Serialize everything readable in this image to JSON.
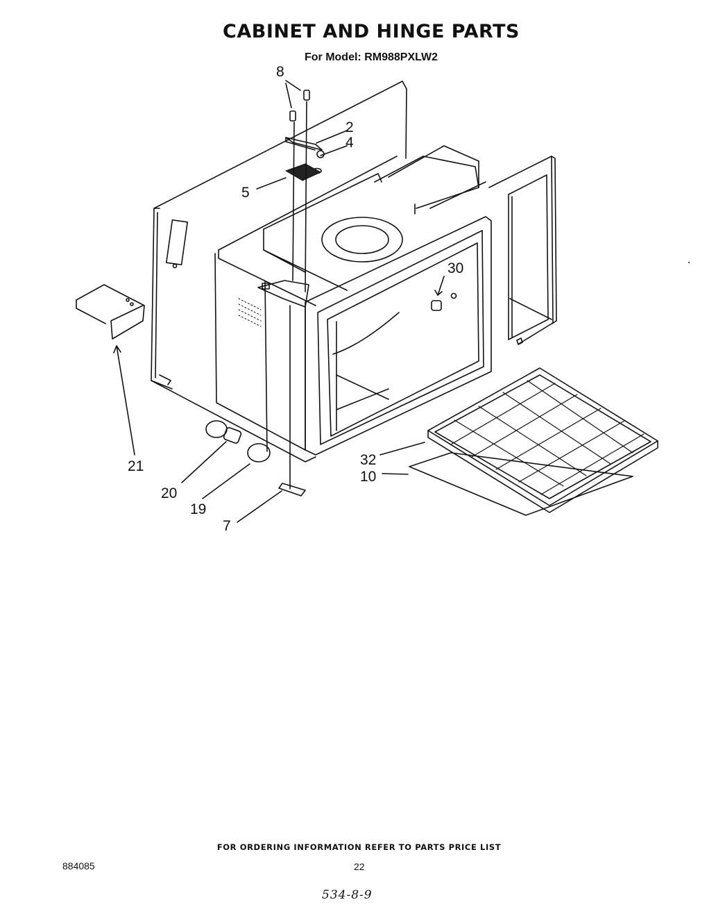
{
  "header": {
    "title": "CABINET AND HINGE PARTS",
    "subtitle": "For Model: RM988PXLW2"
  },
  "callouts": {
    "p8": "8",
    "p2": "2",
    "p4": "4",
    "p5": "5",
    "p30": "30",
    "p21": "21",
    "p20": "20",
    "p19": "19",
    "p7": "7",
    "p32": "32",
    "p10": "10"
  },
  "footer": {
    "ordering_note": "FOR ORDERING INFORMATION REFER TO PARTS PRICE LIST",
    "document_number": "884085",
    "page_number": "22",
    "handwritten_code": "534-8-9"
  }
}
